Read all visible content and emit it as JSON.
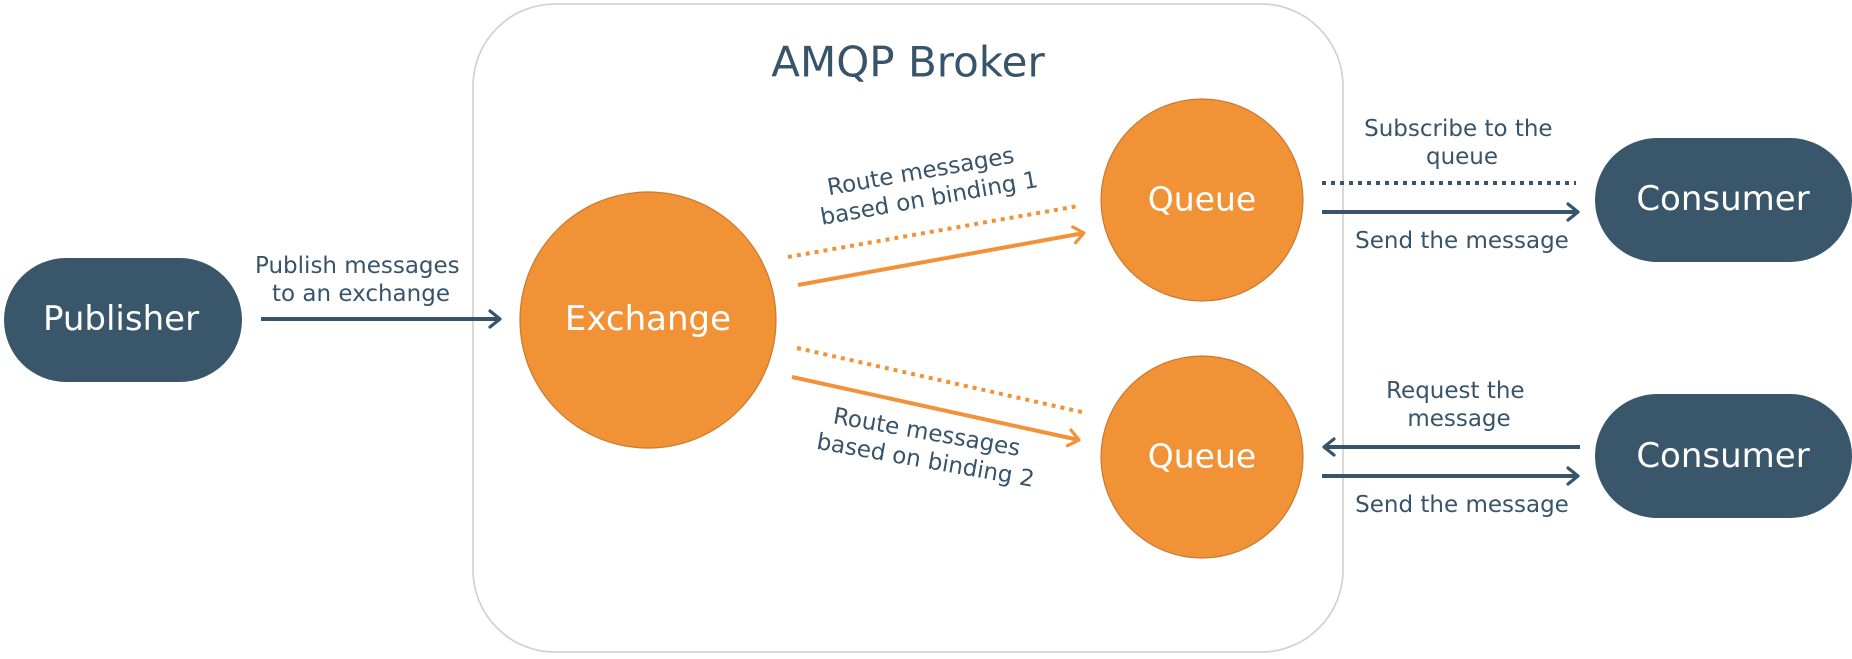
{
  "colors": {
    "dark_node": "#3a566b",
    "orange_node": "#f29237",
    "orange_node_stroke": "#c97a2e",
    "dark_arrow": "#37546a",
    "orange_arrow": "#f29237",
    "broker_border": "#cfcfcf",
    "text_dark": "#37546a",
    "text_light": "#ffffff"
  },
  "broker": {
    "title": "AMQP Broker"
  },
  "nodes": {
    "publisher": "Publisher",
    "exchange": "Exchange",
    "queue_top": "Queue",
    "queue_bottom": "Queue",
    "consumer_top": "Consumer",
    "consumer_bottom": "Consumer"
  },
  "edges": {
    "publish": [
      "Publish messages",
      "to an exchange"
    ],
    "binding_1": [
      "Route messages",
      "based on binding 1"
    ],
    "binding_2": [
      "Route messages",
      "based on binding 2"
    ],
    "subscribe": [
      "Subscribe to the",
      "queue"
    ],
    "send_top": [
      "Send the message"
    ],
    "request": [
      "Request the",
      "message"
    ],
    "send_bottom": [
      "Send the message"
    ]
  }
}
